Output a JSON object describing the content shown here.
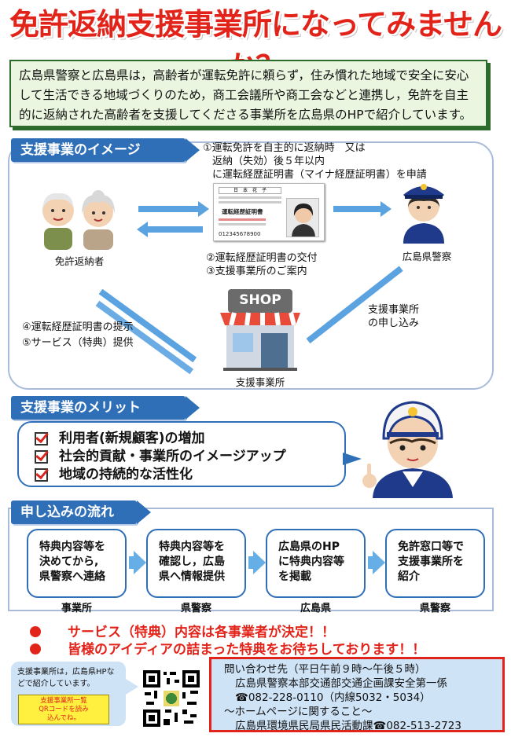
{
  "title": "免許返納支援事業所になってみませんか？",
  "intro": "広島県警察と広島県は，高齢者が運転免許に頼らず，住み慣れた地域で安全に安心して生活できる地域づくりのため，商工会議所や商工会などと連携し，免許を自主的に返納された高齢者を支援してくださる事業所を広島県のHPで紹介しています。",
  "image_section": {
    "tag": "支援事業のイメージ",
    "step1_line1": "①運転免許を自主的に返納時　又は",
    "step1_line2": "返納（失効）後５年以内",
    "step1_line3": "に運転経歴証明書（マイナ経歴証明書）を申請",
    "step2": "②運転経歴証明書の交付",
    "step3": "③支援事業所のご案内",
    "step4": "④運転経歴証明書の提示",
    "step5": "⑤サービス（特典）提供",
    "apply_line1": "支援事業所",
    "apply_line2": "の申し込み",
    "label_returner": "免許返納者",
    "label_police": "広島県警察",
    "label_shop": "支援事業所",
    "shop_sign": "SHOP",
    "card_title": "運転経歴証明書",
    "card_name": "日　本　花　子",
    "card_number": "012345678900"
  },
  "merit_section": {
    "tag": "支援事業のメリット",
    "items": [
      "利用者(新規顧客)の増加",
      "社会的貢献・事業所のイメージアップ",
      "地域の持続的な活性化"
    ]
  },
  "flow_section": {
    "tag": "申し込みの流れ",
    "steps": [
      {
        "text_lines": [
          "特典内容等を",
          "決めてから,",
          "県警察へ連絡"
        ],
        "who": "事業所"
      },
      {
        "text_lines": [
          "特典内容等を",
          "確認し，広島",
          "県へ情報提供"
        ],
        "who": "県警察"
      },
      {
        "text_lines": [
          "広島県のHP",
          "に特典内容等",
          "を掲載"
        ],
        "who": "広島県"
      },
      {
        "text_lines": [
          "免許窓口等で",
          "支援事業所を",
          "紹介"
        ],
        "who": "県警察"
      }
    ]
  },
  "notices": [
    "サービス（特典）内容は各事業者が決定！！",
    "皆様のアイディアの詰まった特典をお待ちしております！！"
  ],
  "note_box": {
    "text": "支援事業所は，広島県HPなどで紹介しています。",
    "yellow_lines": [
      "支援事業所一覧",
      "QRコードを読み",
      "込んでね。"
    ]
  },
  "contact": {
    "line1": "問い合わせ先（平日午前９時～午後５時）",
    "line2": "広島県警察本部交通部交通企画課安全第一係",
    "line3": "☎082-228-0110（内線5032・5034）",
    "line4": "～ホームページに関すること～",
    "line5": "広島県環境県民局県民活動課",
    "line5_tel": "☎082-513-2723"
  },
  "colors": {
    "title_red": "#e2231a",
    "tag_blue": "#2f6fb8",
    "arrow_blue": "#5aa3e0",
    "intro_bg": "#eaf6e0",
    "contact_bg": "#cfe3f7"
  }
}
